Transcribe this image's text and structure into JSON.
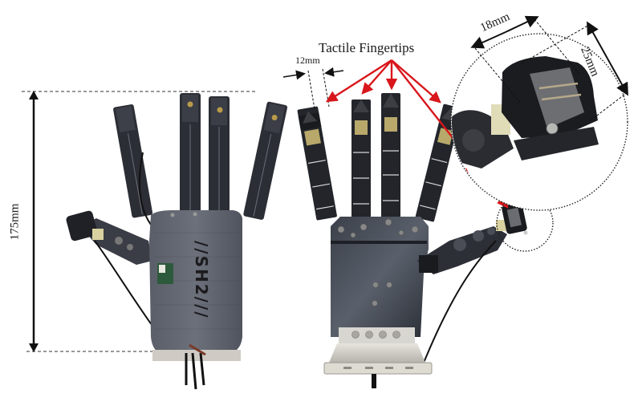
{
  "figure": {
    "title": "Tactile Fingertips",
    "annotations": {
      "height": "175mm",
      "fingertip_width": "12mm",
      "sensor_width": "18mm",
      "sensor_height": "25mm"
    },
    "left_hand": {
      "view": "dorsal",
      "logo_text": "//SH2///",
      "fingers": 4,
      "has_thumb": true
    },
    "right_hand": {
      "view": "palmar",
      "fingers": 4,
      "has_thumb": true,
      "tactile_fingertips": 5
    },
    "colors": {
      "arrow_red": "#d8161b",
      "dimension_black": "#111111",
      "hand_dark": "#2a2d33",
      "hand_gray": "#5f636d",
      "base_silver": "#c8c6c0",
      "fingertip_brass": "#b8a86a"
    }
  }
}
